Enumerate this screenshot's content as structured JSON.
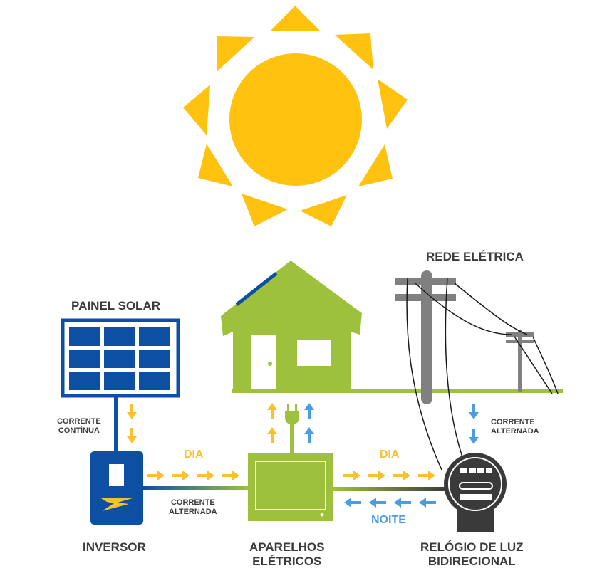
{
  "diagram": {
    "title_elements": {
      "sun": "sun-icon",
      "house": "house-icon",
      "grid": "power-pole-icon"
    },
    "labels": {
      "painel_solar": "PAINEL SOLAR",
      "rede_eletrica": "REDE ELÉTRICA",
      "corrente_continua_1": "CORRENTE",
      "corrente_continua_2": "CONTÍNUA",
      "corrente_alternada_inv_1": "CORRENTE",
      "corrente_alternada_inv_2": "ALTERNADA",
      "corrente_alternada_grid_1": "CORRENTE",
      "corrente_alternada_grid_2": "ALTERNADA",
      "dia_left": "DIA",
      "dia_right": "DIA",
      "noite": "NOITE",
      "inversor": "INVERSOR",
      "aparelhos_1": "APARELHOS",
      "aparelhos_2": "ELÉTRICOS",
      "relogio_1": "RELÓGIO DE LUZ",
      "relogio_2": "BIDIRECIONAL"
    },
    "colors": {
      "sun": "#ffc20e",
      "panel_blue": "#0d4fa3",
      "house_green": "#9dc13c",
      "pole_gray": "#808080",
      "meter_dark": "#3a3a3a",
      "arrow_yellow": "#fbc02d",
      "arrow_blue": "#4a9de0",
      "text": "#3b3b3b"
    }
  }
}
